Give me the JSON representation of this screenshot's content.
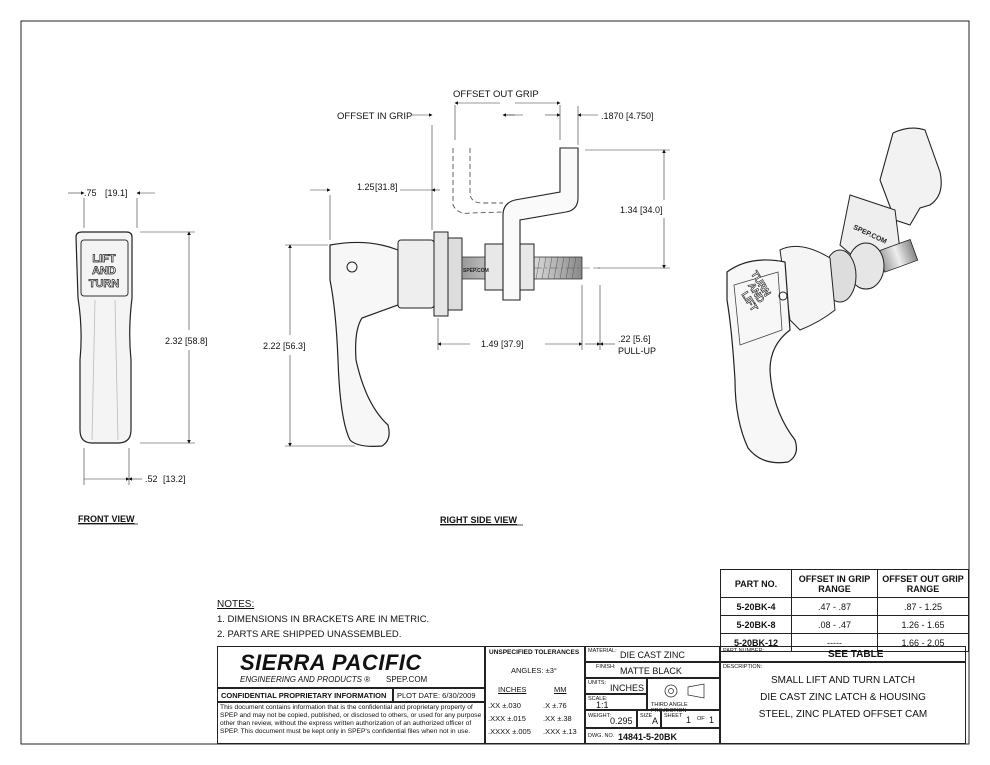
{
  "dimensions": {
    "front_width": ".75",
    "front_width_mm": "19.1",
    "front_height": "2.32",
    "front_height_mm": "58.8",
    "front_bottom": ".52",
    "front_bottom_mm": "13.2",
    "offset_out_grip": "OFFSET OUT GRIP",
    "offset_in_grip": "OFFSET IN GRIP",
    "cam_thickness": ".1870",
    "cam_thickness_mm": "4.750",
    "side_handle_reach": "1.25",
    "side_handle_reach_mm": "31.8",
    "cam_height": "1.34",
    "cam_height_mm": "34.0",
    "side_height": "2.22",
    "side_height_mm": "56.3",
    "stud_length": "1.49",
    "stud_length_mm": "37.9",
    "pull_up": ".22",
    "pull_up_mm": "5.6",
    "pull_up_label": "PULL-UP"
  },
  "views": {
    "front": "FRONT VIEW",
    "right_side": "RIGHT SIDE  VIEW",
    "handle_text_1": "LIFT",
    "handle_text_2": "AND",
    "handle_text_3": "TURN",
    "brand_mark": "SPEP.COM"
  },
  "notes": {
    "title": "NOTES:",
    "items": [
      "1.  DIMENSIONS IN BRACKETS ARE IN METRIC.",
      "2.  PARTS ARE SHIPPED UNASSEMBLED."
    ]
  },
  "parts_table": {
    "headers": [
      "PART NO.",
      "OFFSET IN GRIP RANGE",
      "OFFSET OUT GRIP RANGE"
    ],
    "rows": [
      [
        "5-20BK-4",
        ".47 - .87",
        ".87 - 1.25"
      ],
      [
        "5-20BK-8",
        ".08 - .47",
        "1.26 - 1.65"
      ],
      [
        "5-20BK-12",
        "-----",
        "1.66 - 2.05"
      ]
    ]
  },
  "title_block": {
    "company": "SIERRA PACIFIC",
    "subtitle": "ENGINEERING AND PRODUCTS",
    "registered": "®",
    "website": "SPEP.COM",
    "confidential": "CONFIDENTIAL PROPRIETARY INFORMATION",
    "plot_date": "PLOT DATE: 6/30/2009",
    "legal": "This document contains information that is the confidential and proprietary property of SPEP and may not be copied, published, or disclosed to others, or used for any purpose  other than review, without the express written authorization of an authorized officer of SPEP. This document must be kept only in SPEP's confidential files when not in use.",
    "tolerances_title": "UNSPECIFIED TOLERANCES",
    "angles": "ANGLES: ±3°",
    "inches_hdr": "INCHES",
    "mm_hdr": "MM",
    "tol_rows": [
      [
        ".XX",
        "±.030",
        ".X",
        "±.76"
      ],
      [
        ".XXX",
        "±.015",
        ".XX",
        "±.38"
      ],
      [
        ".XXXX",
        "±.005",
        ".XXX",
        "±.13"
      ]
    ],
    "material_lbl": "MATERIAL:",
    "material": "DIE CAST ZINC",
    "finish_lbl": "FINISH:",
    "finish": "MATTE BLACK",
    "units_lbl": "UNITS:",
    "units": "INCHES",
    "scale_lbl": "SCALE:",
    "scale": "1:1",
    "projection": "THIRD ANGLE PROJECTION",
    "weight_lbl": "WEIGHT:",
    "weight": "0.295",
    "size_lbl": "SIZE",
    "size": "A",
    "sheet_lbl": "SHEET",
    "sheet": "1",
    "of_lbl": "OF",
    "of": "1",
    "dwg_lbl": "DWG. NO.",
    "dwg_no": "14841-5-20BK",
    "part_number_lbl": "PART NUMBER:",
    "part_number": "SEE TABLE",
    "description_lbl": "DESCRIPTION:",
    "description": [
      "SMALL LIFT AND TURN LATCH",
      "DIE CAST ZINC LATCH & HOUSING",
      "STEEL, ZINC PLATED OFFSET CAM"
    ]
  }
}
